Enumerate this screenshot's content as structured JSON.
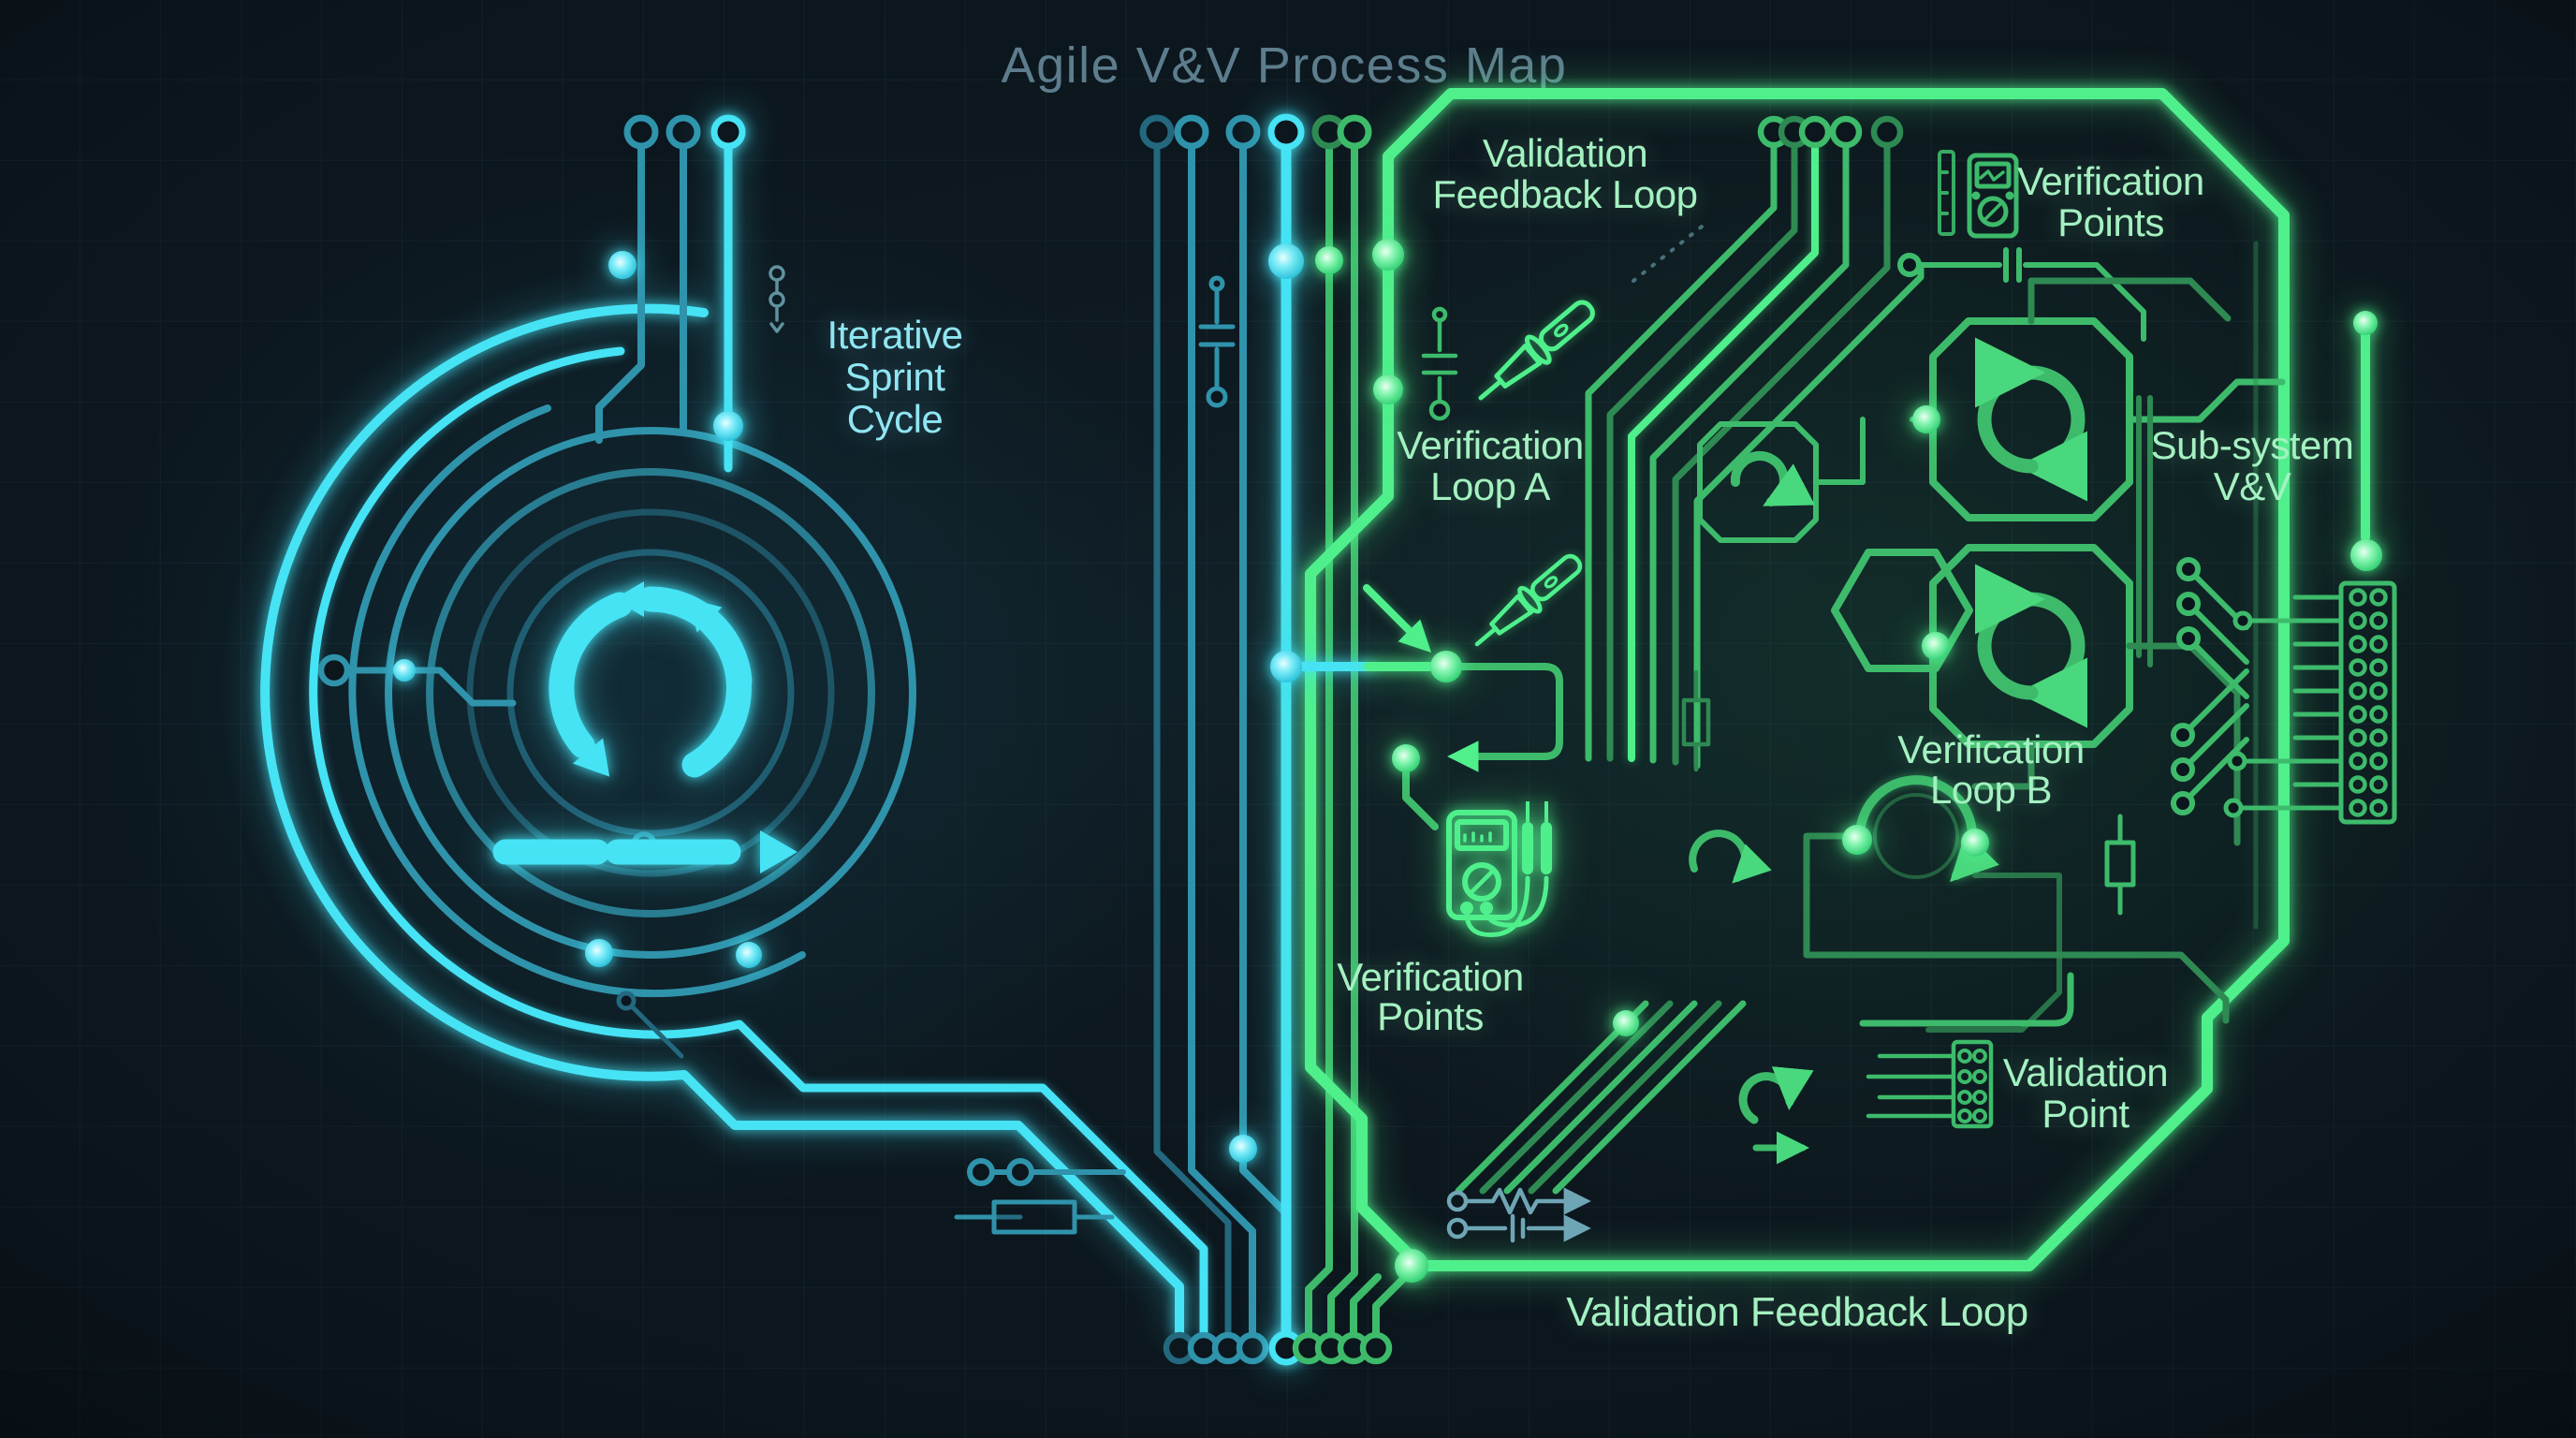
{
  "title": "Agile V&V Process Map",
  "labels": {
    "iterative_sprint_cycle": [
      "Iterative",
      "Sprint",
      "Cycle"
    ],
    "validation_feedback_loop_top": [
      "Validation",
      "Feedback Loop"
    ],
    "verification_points_top": [
      "Verification",
      "Points"
    ],
    "verification_loop_a": [
      "Verification",
      "Loop A"
    ],
    "sub_system_vv": [
      "Sub-system",
      "V&V"
    ],
    "verification_loop_b": [
      "Verification",
      "Loop B"
    ],
    "verification_points_bottom": [
      "Verification",
      "Points"
    ],
    "validation_point": [
      "Validation",
      "Point"
    ],
    "validation_feedback_loop_bottom": "Validation Feedback Loop"
  },
  "colors": {
    "background": "#0b141b",
    "grid": "#6fa3b8",
    "title_text": "#5d7d8d",
    "cyan_bright": "#46e3f5",
    "cyan_mid": "#2f93ab",
    "cyan_dim": "#23687e",
    "cyan_label": "#8fe6f2",
    "green_bright": "#4ff08c",
    "green_mid": "#3dbb6b",
    "green_dim": "#2e8a52",
    "green_label": "#a4f1c1",
    "teal_symbol": "#6fa6b5"
  },
  "icons": {
    "sprint-cycle-icon": "circular refresh arrows with tail arrow",
    "loop-arrow-icon": "circular arrow loop",
    "multimeter-icon": "handheld multimeter",
    "multimeter-probes-icon": "multimeter with two test probes",
    "ruler-icon": "vertical measurement scale",
    "soldering-iron-icon": "soldering iron",
    "pin-header-2x10-icon": "2x10 pin header connector",
    "pin-header-2x4-icon": "2x4 pin header connector",
    "resistor-icon": "resistor symbol",
    "capacitor-icon": "capacitor symbol",
    "solder-pad-icon": "open circular solder pad",
    "via-node-icon": "glowing via node"
  }
}
